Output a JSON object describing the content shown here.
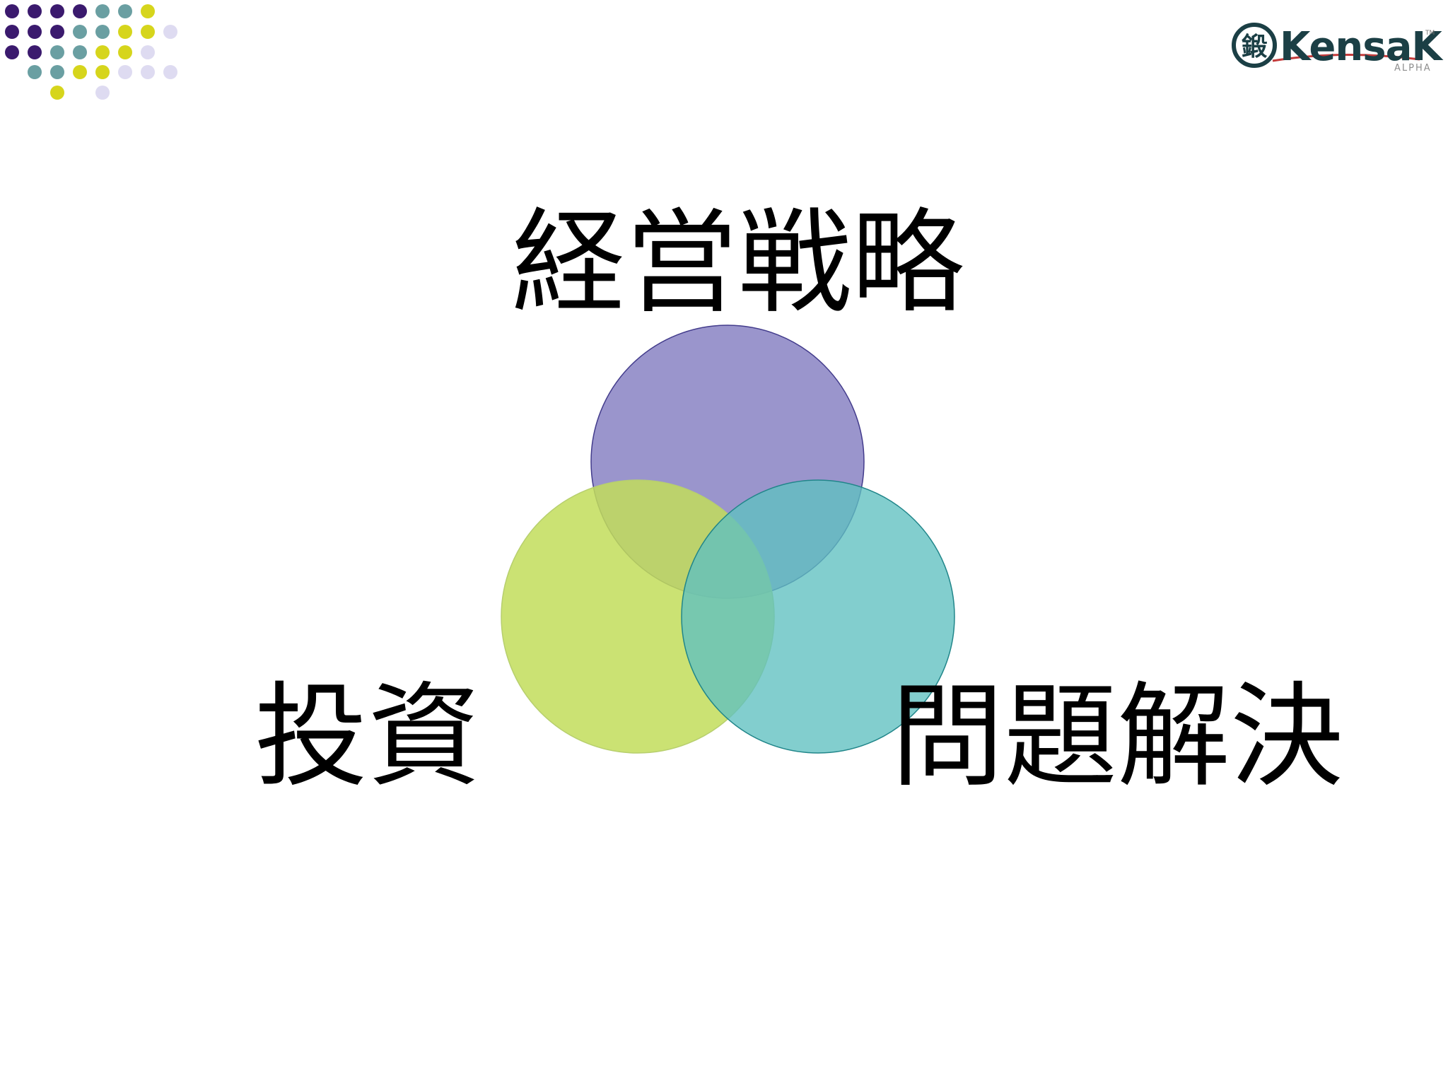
{
  "logo": {
    "name": "KensaK",
    "tm": "TM",
    "sub": "ALPHA",
    "mark": "鍛"
  },
  "diagram": {
    "type": "venn",
    "sets": [
      {
        "label": "経営戦略",
        "color": "#8883c3"
      },
      {
        "label": "投資",
        "color": "#c2dd5a"
      },
      {
        "label": "問題解決",
        "color": "#5fc0c0"
      }
    ]
  },
  "decoration": {
    "dot_colors": {
      "purple": "#3b1a6e",
      "teal": "#6a9fa2",
      "yellow": "#d6d51c",
      "lavender": "#dedbf1"
    }
  }
}
